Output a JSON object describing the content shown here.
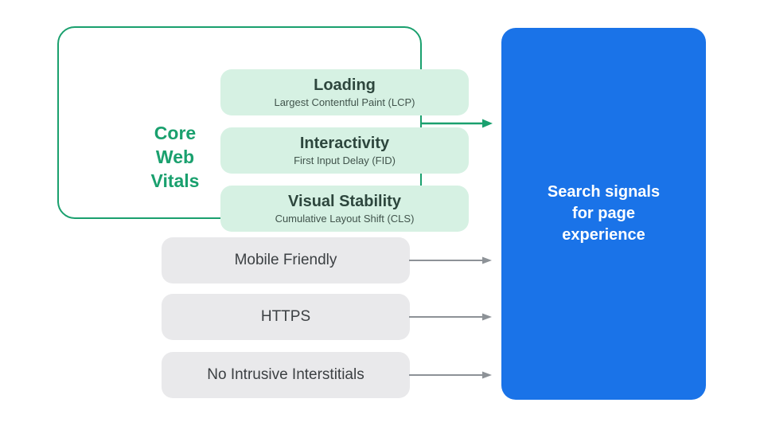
{
  "core_web_vitals": {
    "group_label": "Core Web Vitals",
    "items": [
      {
        "title": "Loading",
        "subtitle": "Largest Contentful Paint (LCP)"
      },
      {
        "title": "Interactivity",
        "subtitle": "First Input Delay (FID)"
      },
      {
        "title": "Visual Stability",
        "subtitle": "Cumulative Layout Shift (CLS)"
      }
    ],
    "accent_color": "#1aa06e",
    "pill_bg_color": "#d6f1e3",
    "title_color": "#2d463d",
    "subtitle_color": "#41544c"
  },
  "other_signals": {
    "items": [
      {
        "label": "Mobile Friendly"
      },
      {
        "label": "HTTPS"
      },
      {
        "label": "No Intrusive Interstitials"
      }
    ],
    "pill_bg_color": "#e9e9eb",
    "text_color": "#3c4043",
    "arrow_color": "#8d9297"
  },
  "target": {
    "label": "Search signals for page experience",
    "bg_color": "#1a73e8",
    "text_color": "#ffffff"
  }
}
